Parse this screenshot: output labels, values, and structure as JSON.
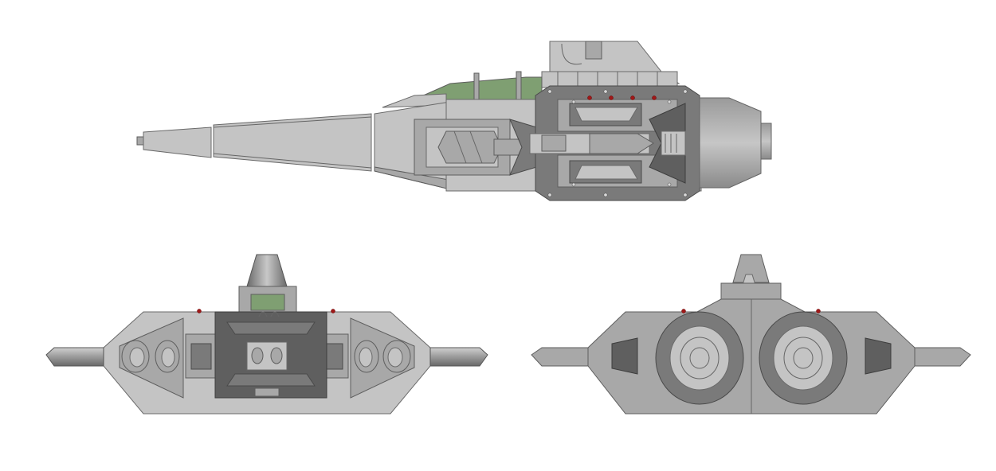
{
  "drawing": {
    "views": [
      "side",
      "front",
      "rear"
    ],
    "colors": {
      "hull_light": "#c4c4c4",
      "hull_mid": "#a8a8a8",
      "hull_dark": "#7a7a7a",
      "panel_darkest": "#5f5f5f",
      "canopy": "#7f9f72",
      "lights": "#a01818",
      "background": "#ffffff"
    }
  }
}
